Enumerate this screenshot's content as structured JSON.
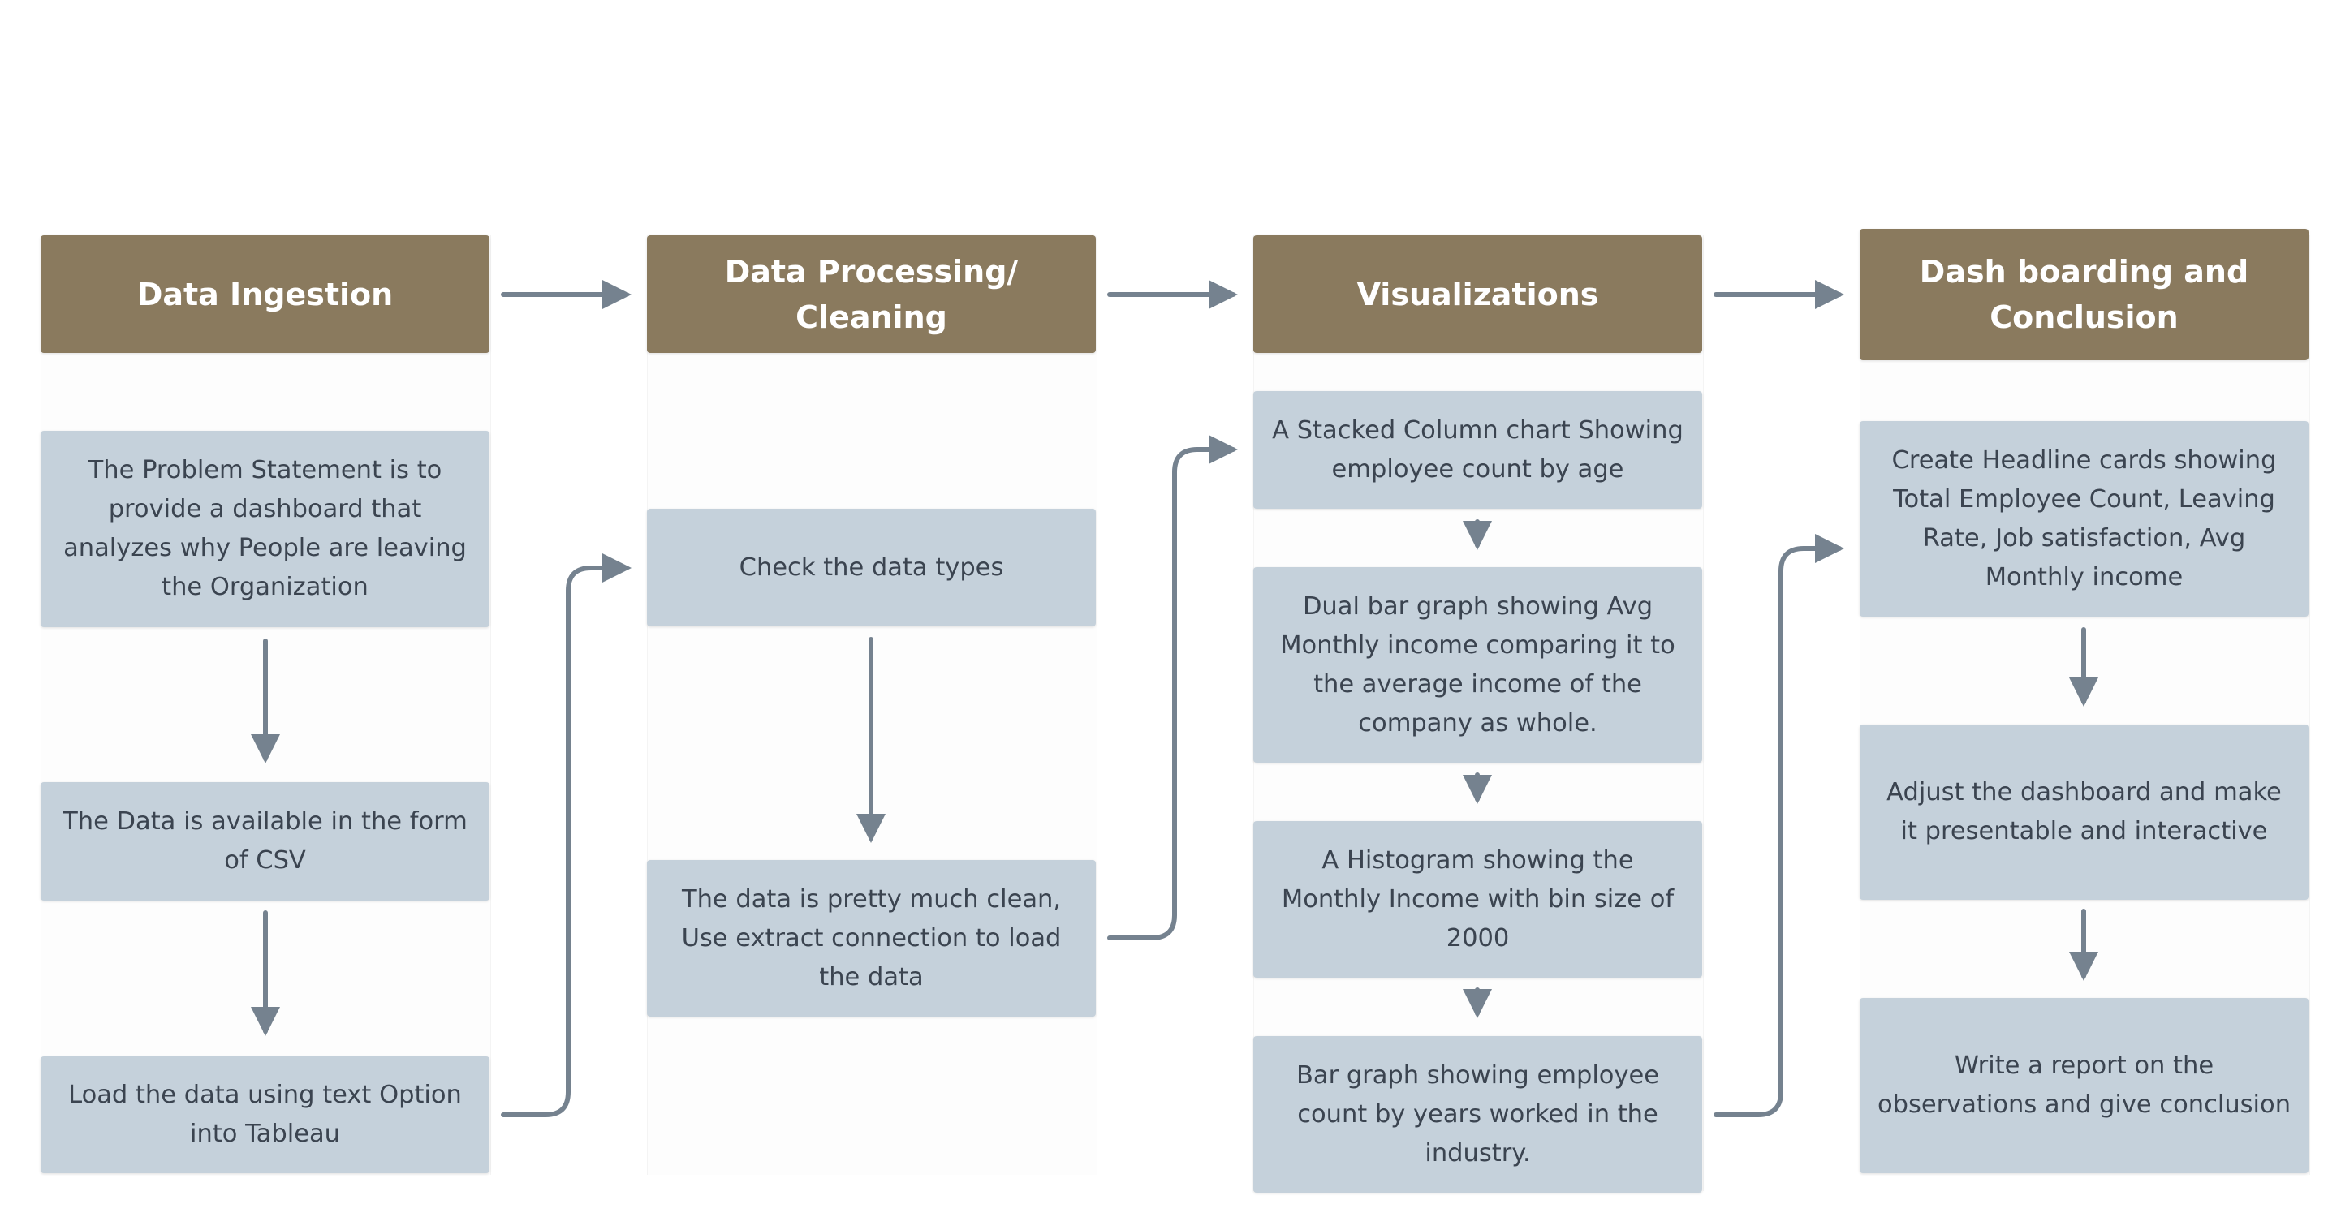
{
  "colors": {
    "header_fill": "#8a7a5e",
    "header_text": "#ffffff",
    "step_fill": "#c5d1db",
    "step_text": "#3b4450",
    "connector": "#75828f"
  },
  "columns": [
    {
      "header": "Data Ingestion",
      "steps": [
        "The Problem Statement is to provide a dashboard that analyzes why People are leaving the Organization",
        "The Data is available in the form of CSV",
        "Load the data using text Option into Tableau"
      ]
    },
    {
      "header": "Data Processing/ Cleaning",
      "steps": [
        "Check the data types",
        "The data is pretty much clean, Use extract connection to load the data"
      ]
    },
    {
      "header": "Visualizations",
      "steps": [
        "A Stacked Column chart Showing employee count by age",
        "Dual bar graph showing Avg Monthly income comparing it to the average income of the company as whole.",
        "A Histogram showing the Monthly Income with bin size of 2000",
        "Bar graph showing employee count by years worked in the industry."
      ]
    },
    {
      "header": "Dash boarding and Conclusion",
      "steps": [
        "Create Headline cards showing Total Employee Count, Leaving Rate, Job satisfaction, Avg Monthly income",
        "Adjust the dashboard and make it presentable and interactive",
        "Write a report on the observations and give conclusion"
      ]
    }
  ]
}
